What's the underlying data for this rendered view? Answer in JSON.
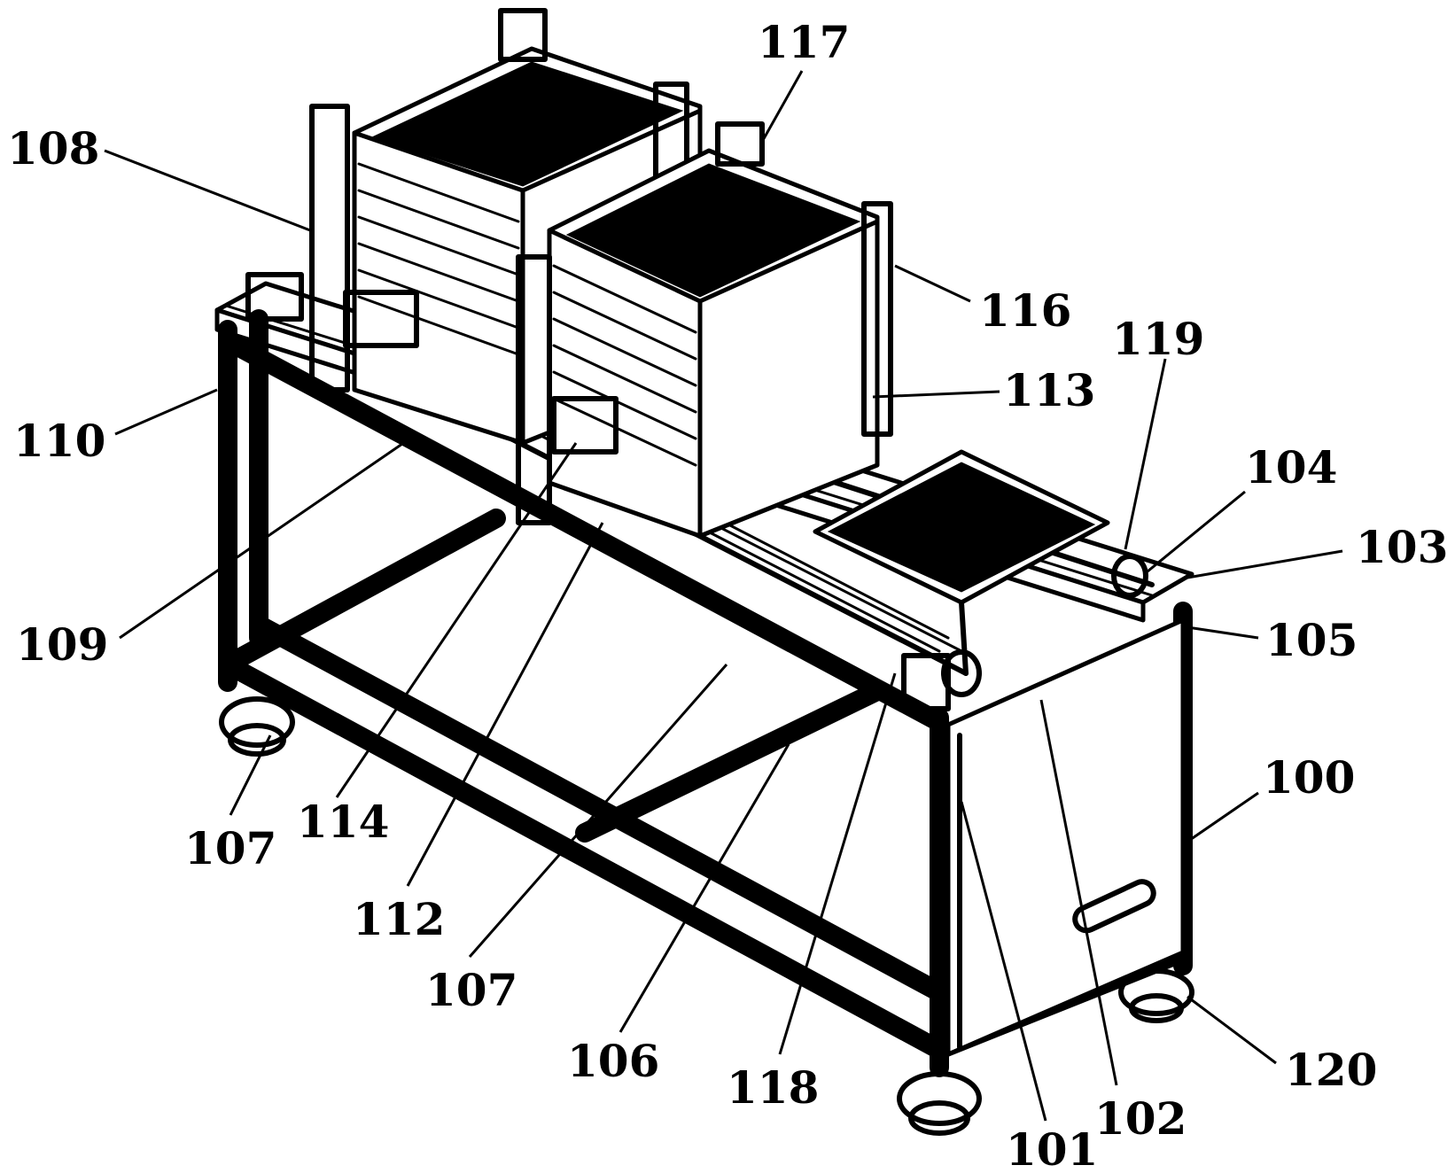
{
  "figure": {
    "reference_labels": [
      {
        "id": "108",
        "text": "108"
      },
      {
        "id": "117",
        "text": "117"
      },
      {
        "id": "116",
        "text": "116"
      },
      {
        "id": "119",
        "text": "119"
      },
      {
        "id": "113",
        "text": "113"
      },
      {
        "id": "104",
        "text": "104"
      },
      {
        "id": "103",
        "text": "103"
      },
      {
        "id": "105",
        "text": "105"
      },
      {
        "id": "110",
        "text": "110"
      },
      {
        "id": "109",
        "text": "109"
      },
      {
        "id": "100",
        "text": "100"
      },
      {
        "id": "107a",
        "text": "107"
      },
      {
        "id": "114",
        "text": "114"
      },
      {
        "id": "112",
        "text": "112"
      },
      {
        "id": "107b",
        "text": "107"
      },
      {
        "id": "106",
        "text": "106"
      },
      {
        "id": "118",
        "text": "118"
      },
      {
        "id": "101",
        "text": "101"
      },
      {
        "id": "102",
        "text": "102"
      },
      {
        "id": "120",
        "text": "120"
      }
    ]
  }
}
